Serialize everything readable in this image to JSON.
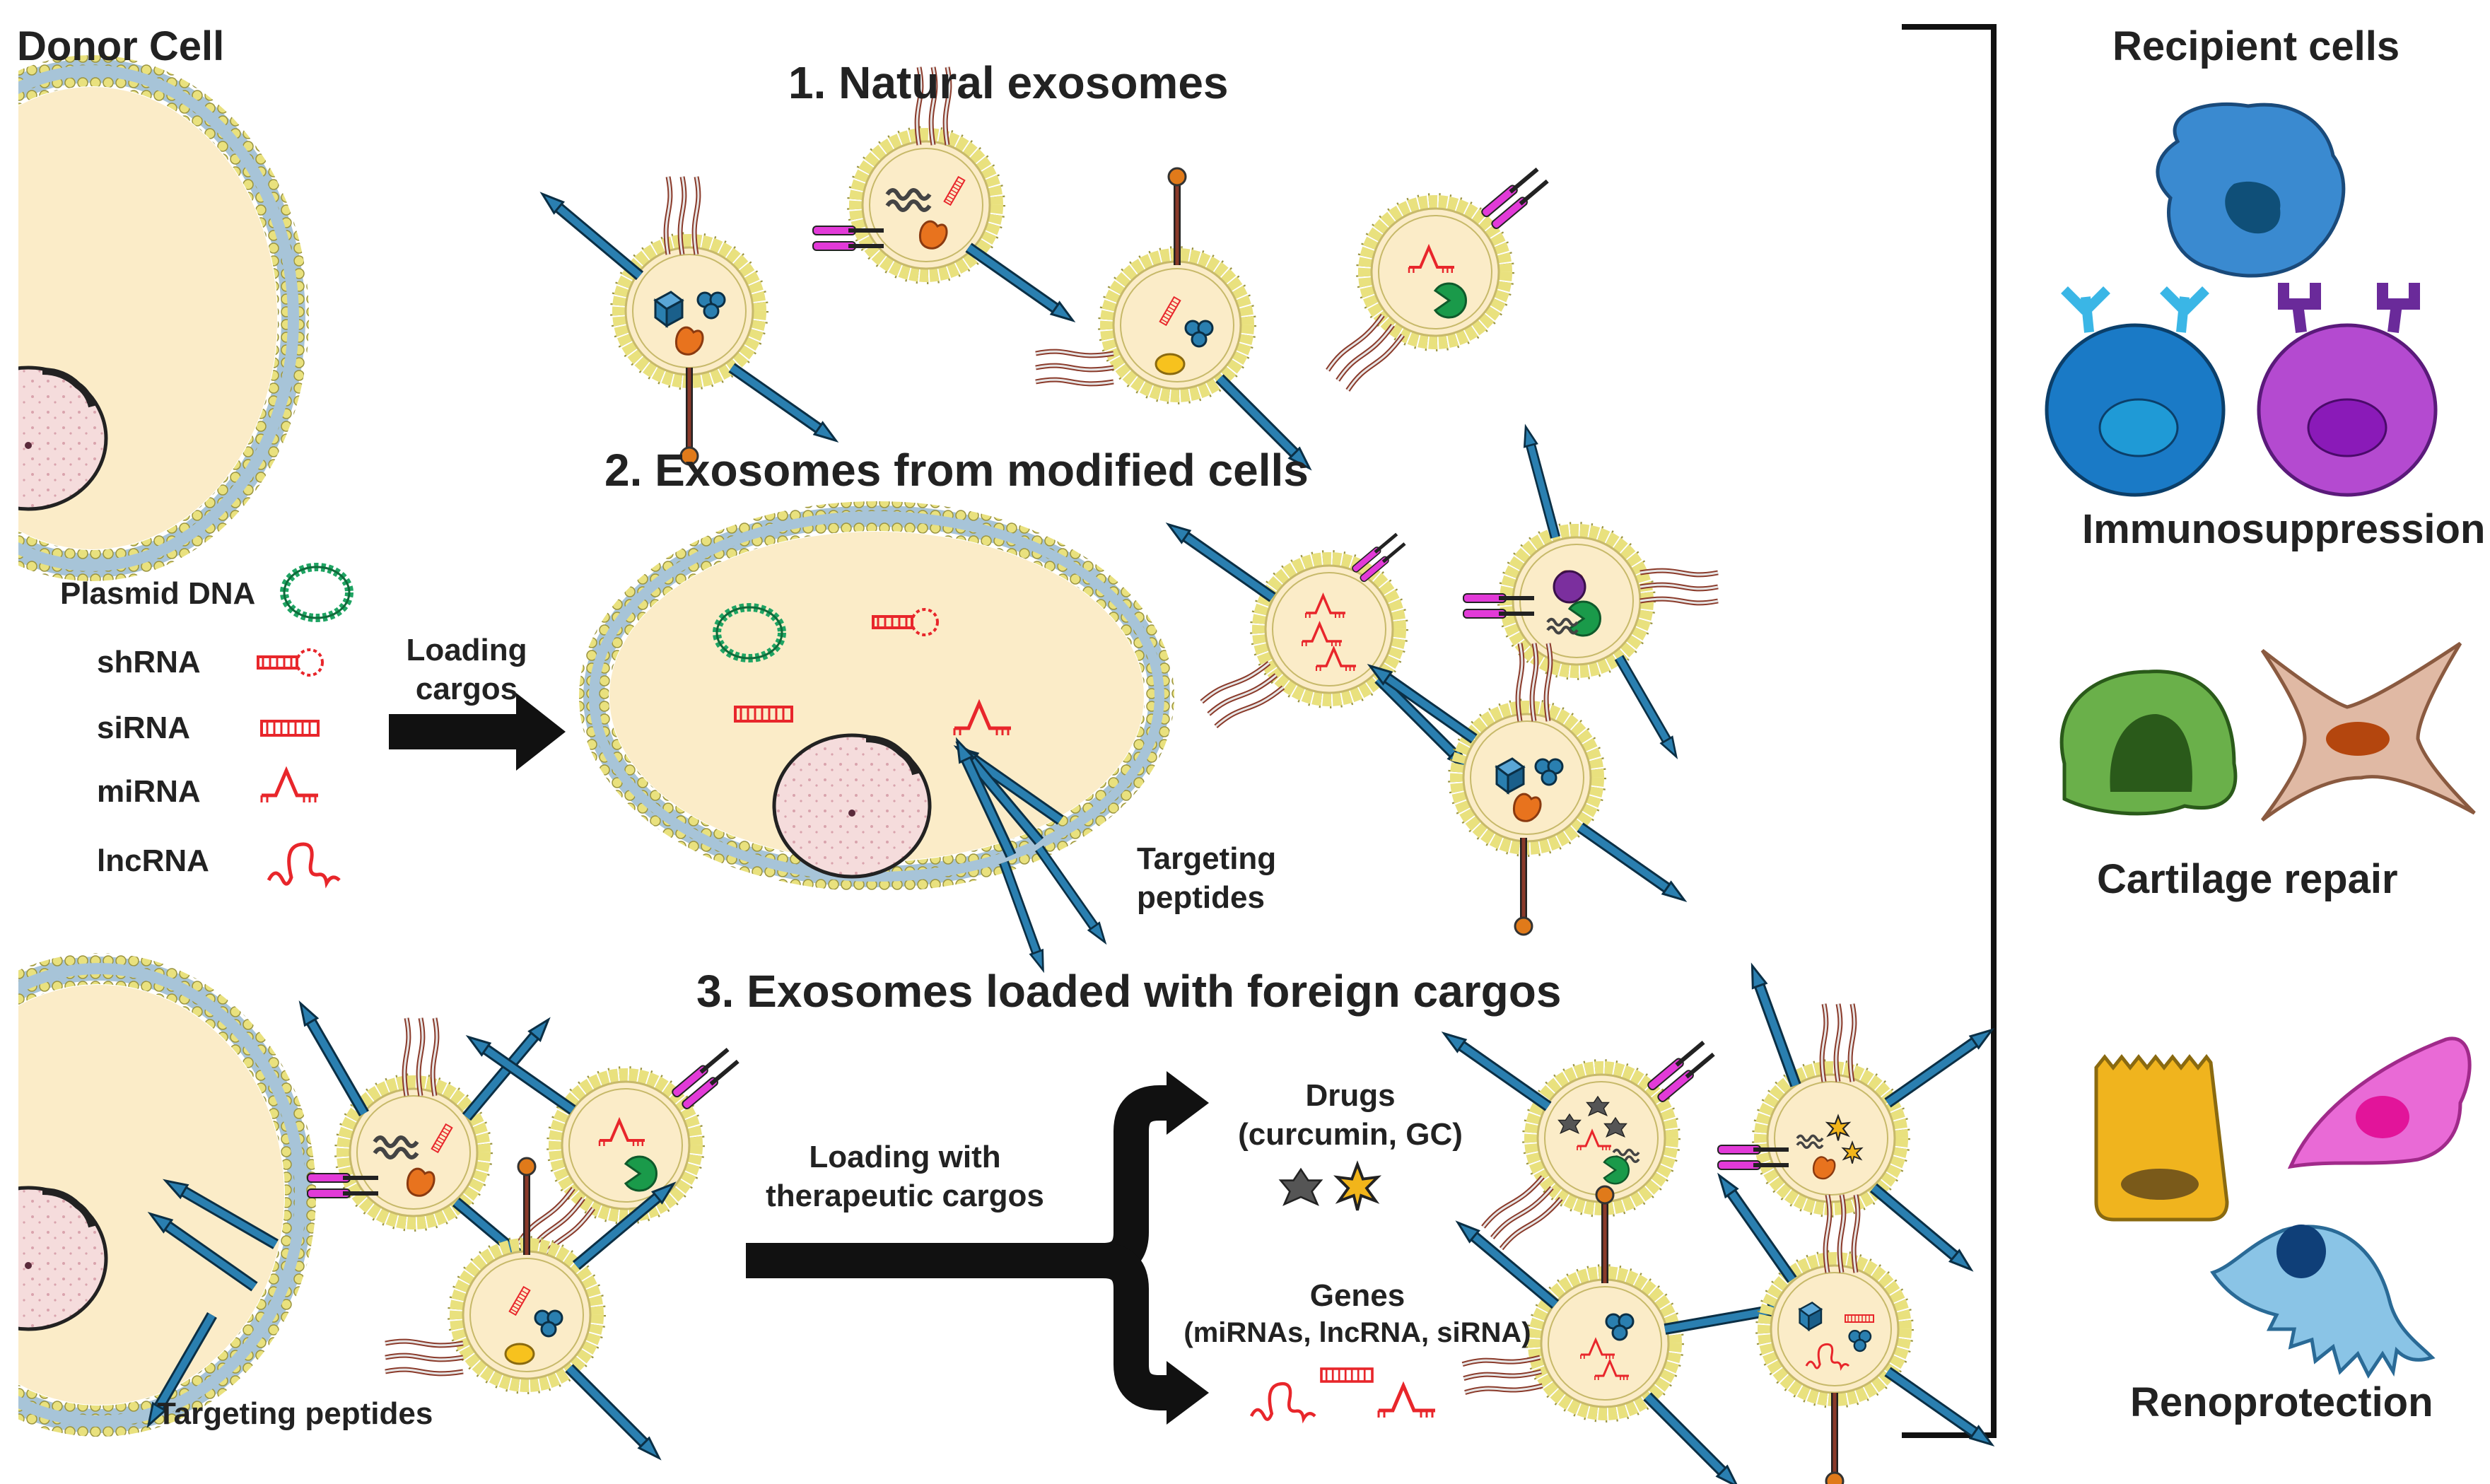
{
  "donor_cell_label": "Donor Cell",
  "recipient_cells_label": "Recipient cells",
  "sections": {
    "natural": "1. Natural exosomes",
    "modified": "2. Exosomes from modified cells",
    "foreign": "3. Exosomes loaded with foreign cargos"
  },
  "cargo_legend": [
    {
      "label": "Plasmid DNA",
      "icon": "plasmid-dna-icon"
    },
    {
      "label": "shRNA",
      "icon": "shrna-icon"
    },
    {
      "label": "siRNA",
      "icon": "sirna-icon"
    },
    {
      "label": "miRNA",
      "icon": "mirna-icon"
    },
    {
      "label": "lncRNA",
      "icon": "lncrna-icon"
    }
  ],
  "loading_cargos_label": [
    "Loading",
    "cargos"
  ],
  "targeting_peptides_label": [
    "Targeting",
    "peptides"
  ],
  "targeting_peptides_label_bottom": "Targeting peptides",
  "loading_therapeutic_label": [
    "Loading with",
    "therapeutic cargos"
  ],
  "drugs_label": [
    "Drugs",
    "(curcumin, GC)"
  ],
  "genes_label": [
    "Genes",
    "(miRNAs, lncRNA, siRNA)"
  ],
  "applications": [
    "Immunosuppression",
    "Cartilage repair",
    "Renoprotection"
  ],
  "colors": {
    "cytoplasm": "#fbecc8",
    "membrane_bead": "#e8e07a",
    "membrane_inner": "#bfd6e6",
    "rna_red": "#e8262b",
    "plasmid_green": "#1fa463",
    "peptide_blue": "#2a7fb0"
  }
}
